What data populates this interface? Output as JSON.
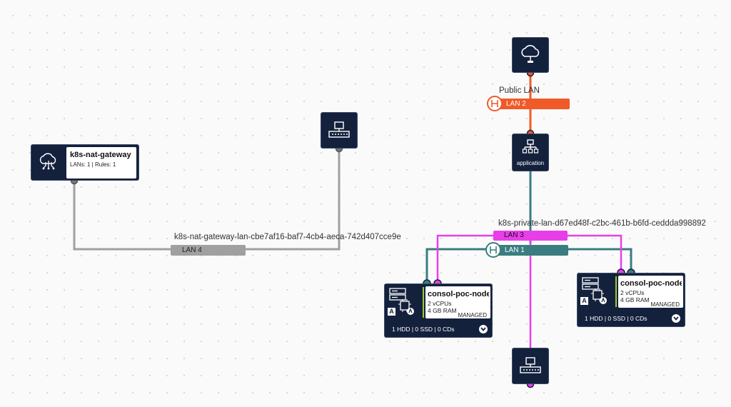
{
  "colors": {
    "public": "#f05a28",
    "private": "#3a7d80",
    "lan3": "#e83ee8",
    "gateway": "#a0a0a0",
    "tile": "#14213d"
  },
  "internet_node": {
    "icon": "cloud-internet-icon"
  },
  "public_lan": {
    "label": "Public LAN",
    "bar_label": "LAN 2"
  },
  "application_node": {
    "label": "application",
    "icon": "load-balancer-icon"
  },
  "private_lan": {
    "label": "k8s-private-lan-d67ed48f-c2bc-461b-b6fd-ceddda998892",
    "bar_label": "LAN 1"
  },
  "lan3": {
    "bar_label": "LAN 3"
  },
  "nat_gateway": {
    "name": "k8s-nat-gateway",
    "meta": "LANs: 1 | Rules: 1"
  },
  "gateway_lan": {
    "label": "k8s-nat-gateway-lan-cbe7af16-baf7-4cb4-aeca-742d407cce9e",
    "bar_label": "LAN 4"
  },
  "servers": [
    {
      "name": "consol-poc-node",
      "cpu": "2 vCPUs",
      "ram": "4 GB RAM",
      "status": "MANAGED",
      "storage": "1 HDD | 0 SSD | 0 CDs",
      "badge": "A"
    },
    {
      "name": "consol-poc-node",
      "cpu": "2 vCPUs",
      "ram": "4 GB RAM",
      "status": "MANAGED",
      "storage": "1 HDD | 0 SSD | 0 CDs",
      "badge": "A"
    }
  ]
}
